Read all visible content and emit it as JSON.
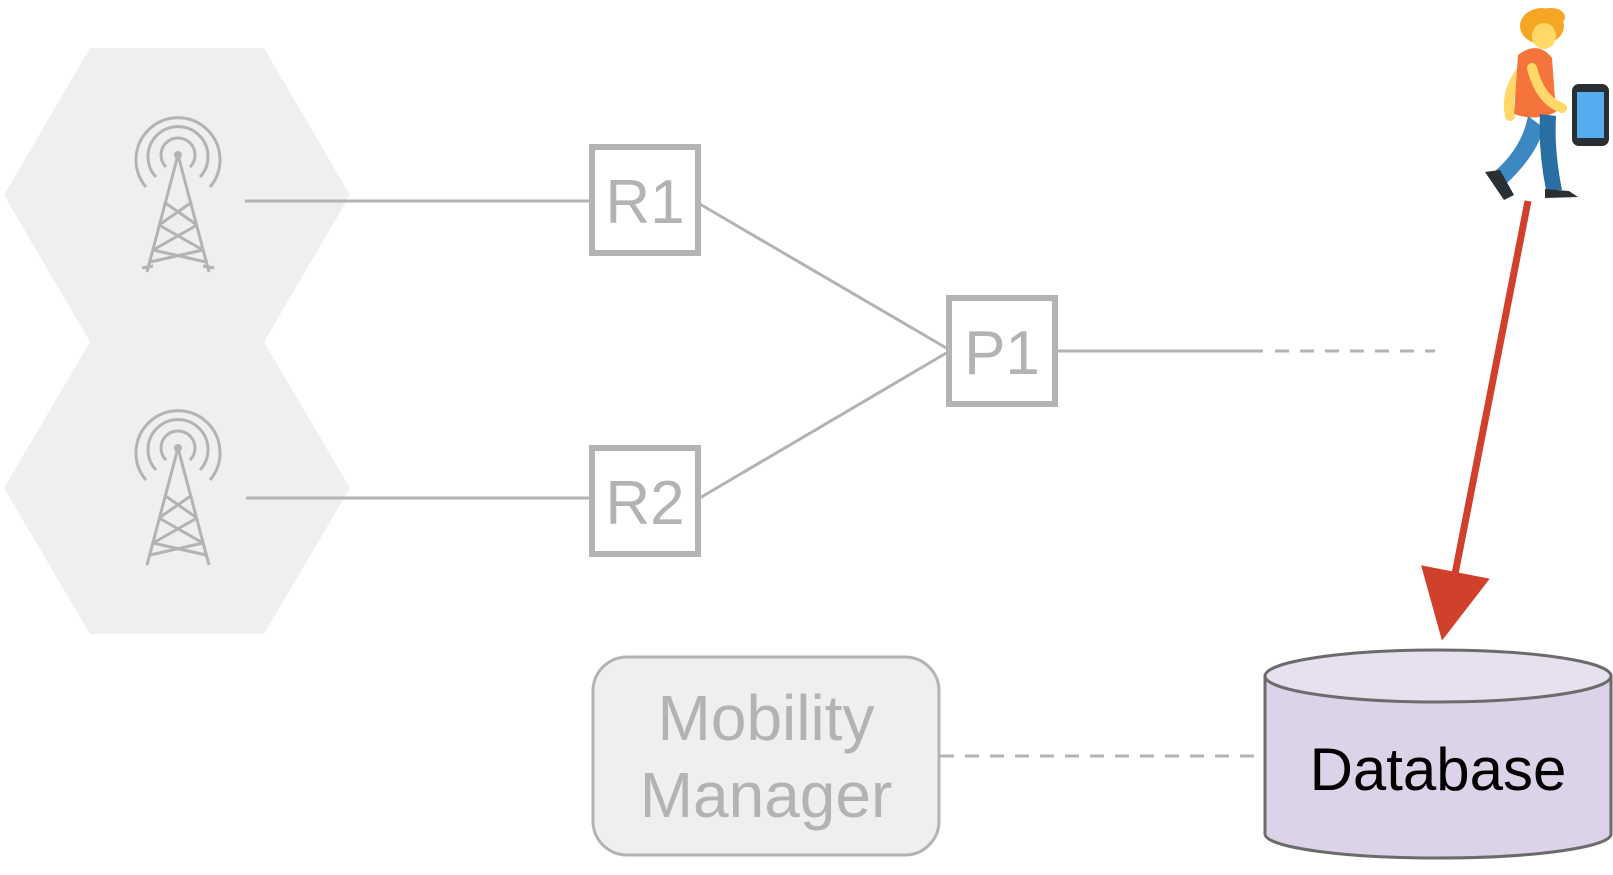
{
  "nodes": {
    "r1": {
      "label": "R1"
    },
    "r2": {
      "label": "R2"
    },
    "p1": {
      "label": "P1"
    }
  },
  "mobility_manager": {
    "line1": "Mobility",
    "line2": "Manager"
  },
  "database": {
    "label": "Database"
  },
  "icons": {
    "tower_top": "cell-tower-icon",
    "tower_bottom": "cell-tower-icon",
    "user": "walking-person-with-phone-icon"
  },
  "colors": {
    "hexagon_fill": "#efefef",
    "inactive_gray": "#b3b3b3",
    "arrow_red": "#d0402b",
    "database_fill": "#dcd3e8",
    "database_top_fill": "#e6e0ef",
    "mobility_manager_fill": "#efefef"
  }
}
